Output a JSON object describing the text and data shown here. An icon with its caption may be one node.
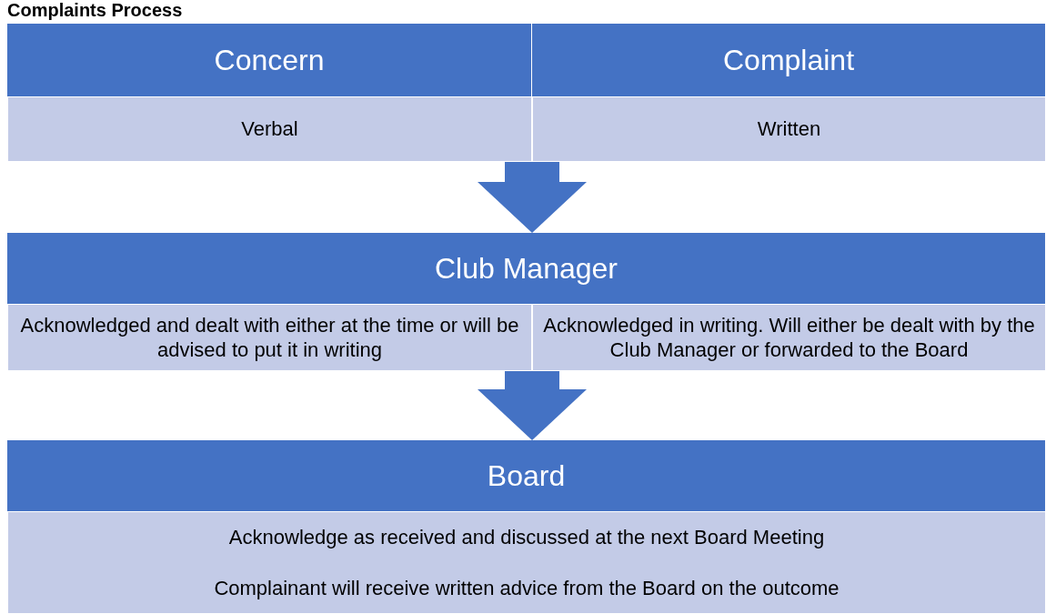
{
  "diagram": {
    "title": "Complaints Process",
    "nodes": [
      {
        "text": [
          "Concern"
        ]
      },
      {
        "text": [
          "Complaint"
        ]
      },
      {
        "text": [
          "Verbal"
        ]
      },
      {
        "text": [
          "Written"
        ]
      },
      {
        "text": [
          "Club Manager"
        ]
      },
      {
        "text": [
          "Acknowledged and dealt with either at the time or will be advised to put it in writing"
        ]
      },
      {
        "text": [
          "Acknowledged in writing. Will either be dealt with by the Club Manager or forwarded to the Board"
        ]
      },
      {
        "text": [
          "Board"
        ]
      },
      {
        "text": [
          "Acknowledge as received and discussed at the next Board Meeting",
          "Complainant will receive written advice from the Board on the outcome"
        ]
      }
    ],
    "edges": [
      {
        "from": 2,
        "to": 4,
        "arrow": "to"
      },
      {
        "from": 3,
        "to": 4,
        "arrow": "to"
      },
      {
        "from": 5,
        "to": 7,
        "arrow": "to"
      },
      {
        "from": 6,
        "to": 7,
        "arrow": "to"
      }
    ]
  }
}
